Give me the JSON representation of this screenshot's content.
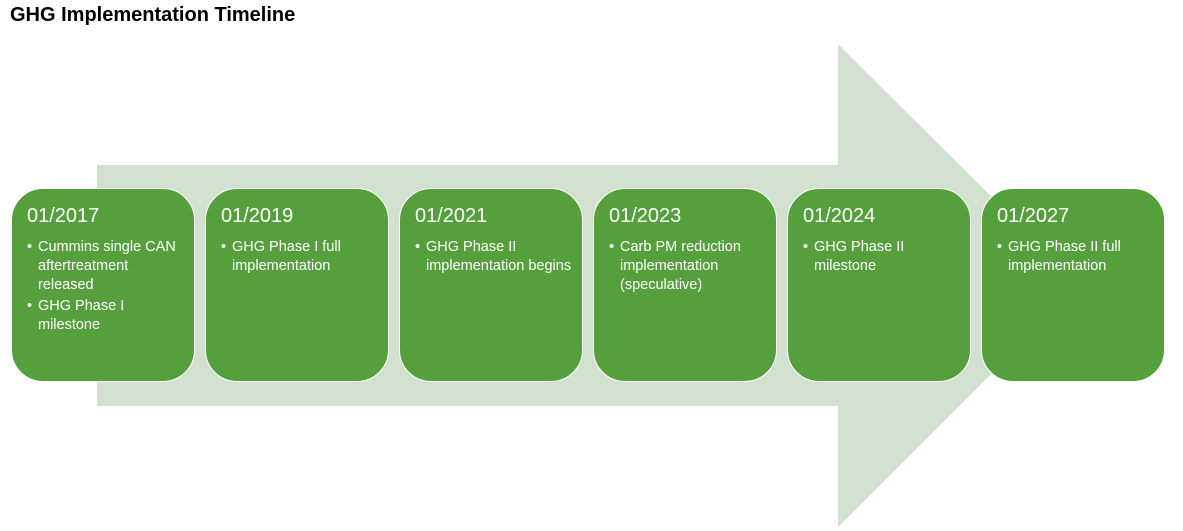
{
  "title": "GHG Implementation Timeline",
  "colors": {
    "arrow": "#d2e0d0",
    "box_fill": "#55a03c",
    "box_text": "#ffffff"
  },
  "milestones": [
    {
      "date": "01/2017",
      "bullets": [
        "Cummins single CAN aftertreatment released",
        "GHG Phase I milestone"
      ]
    },
    {
      "date": "01/2019",
      "bullets": [
        "GHG Phase I full implementation"
      ]
    },
    {
      "date": "01/2021",
      "bullets": [
        "GHG Phase II implementation begins"
      ]
    },
    {
      "date": "01/2023",
      "bullets": [
        "Carb PM reduction implementation (speculative)"
      ]
    },
    {
      "date": "01/2024",
      "bullets": [
        "GHG Phase II milestone"
      ]
    },
    {
      "date": "01/2027",
      "bullets": [
        "GHG Phase II full implementation"
      ]
    }
  ]
}
